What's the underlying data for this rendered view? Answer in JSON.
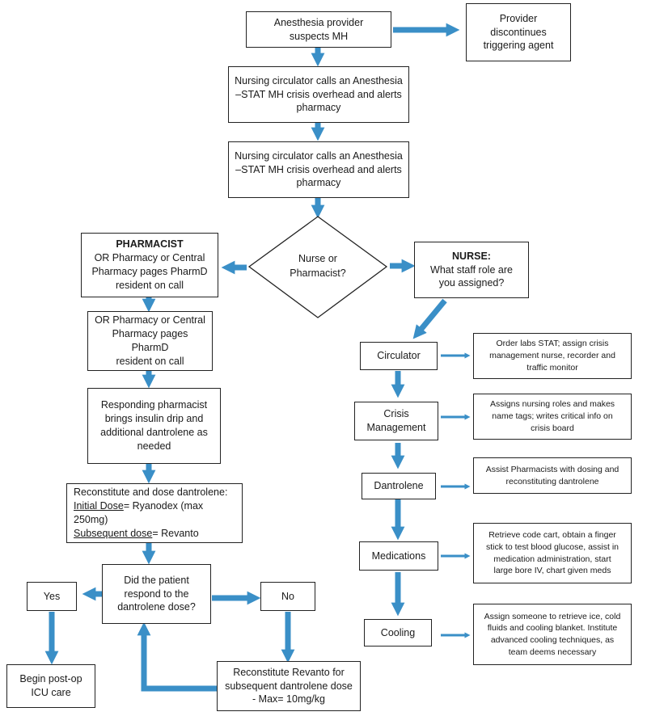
{
  "nodes": {
    "suspect": {
      "lines": [
        "Anesthesia provider",
        "suspects MH"
      ]
    },
    "discontinue": {
      "lines": [
        "Provider",
        "discontinues",
        "triggering agent"
      ]
    },
    "call1": {
      "lines": [
        "Nursing circulator calls an Anesthesia",
        "–STAT MH crisis overhead and alerts",
        "pharmacy"
      ]
    },
    "call2": {
      "lines": [
        "Nursing circulator calls an Anesthesia",
        "–STAT MH crisis overhead and alerts",
        "pharmacy"
      ]
    },
    "decision": {
      "lines": [
        "Nurse or",
        "Pharmacist?"
      ]
    },
    "pharmacist": {
      "title": "PHARMACIST",
      "lines": [
        "OR Pharmacy or Central",
        "Pharmacy pages PharmD",
        "resident on call"
      ]
    },
    "or_pharmacy": {
      "lines": [
        "OR Pharmacy or Central",
        "Pharmacy pages PharmD",
        "resident on call"
      ]
    },
    "responding": {
      "lines": [
        "Responding pharmacist",
        "brings insulin drip and",
        "additional dantrolene as",
        "needed"
      ]
    },
    "reconstitute": {
      "line1": "Reconstitute and dose dantrolene:",
      "initial_label": "Initial Dose",
      "initial_value": "= Ryanodex (max 250mg)",
      "subsequent_label": "Subsequent dose",
      "subsequent_value": "= Revanto"
    },
    "respond": {
      "lines": [
        "Did the patient",
        "respond to the",
        "dantrolene dose?"
      ]
    },
    "yes": {
      "label": "Yes"
    },
    "no": {
      "label": "No"
    },
    "postop": {
      "lines": [
        "Begin post-op",
        "ICU care"
      ]
    },
    "revanto": {
      "lines": [
        "Reconstitute Revanto for",
        "subsequent dantrolene dose",
        "-      Max= 10mg/kg"
      ]
    },
    "nurse": {
      "title": "NURSE:",
      "lines": [
        "What staff role are",
        "you assigned?"
      ]
    },
    "circulator": {
      "label": "Circulator"
    },
    "crisis": {
      "lines": [
        "Crisis",
        "Management"
      ]
    },
    "dantrolene": {
      "label": "Dantrolene"
    },
    "medications": {
      "label": "Medications"
    },
    "cooling": {
      "label": "Cooling"
    },
    "circ_task": {
      "lines": [
        "Order labs STAT; assign crisis",
        "management nurse, recorder and",
        "traffic monitor"
      ]
    },
    "crisis_task": {
      "lines": [
        "Assigns nursing roles and makes",
        "name tags; writes critical info on",
        "crisis board"
      ]
    },
    "dant_task": {
      "lines": [
        "Assist Pharmacists with dosing and",
        "reconstituting dantrolene"
      ]
    },
    "med_task": {
      "lines": [
        "Retrieve code cart, obtain a finger",
        "stick to test blood glucose, assist in",
        "medication administration, start",
        "large bore IV, chart given meds"
      ]
    },
    "cool_task": {
      "lines": [
        "Assign someone to retrieve ice, cold",
        "fluids and cooling blanket. Institute",
        "advanced cooling techniques, as",
        "team deems necessary"
      ]
    }
  },
  "colors": {
    "arrow": "#3A8FC7",
    "border": "#222222"
  }
}
